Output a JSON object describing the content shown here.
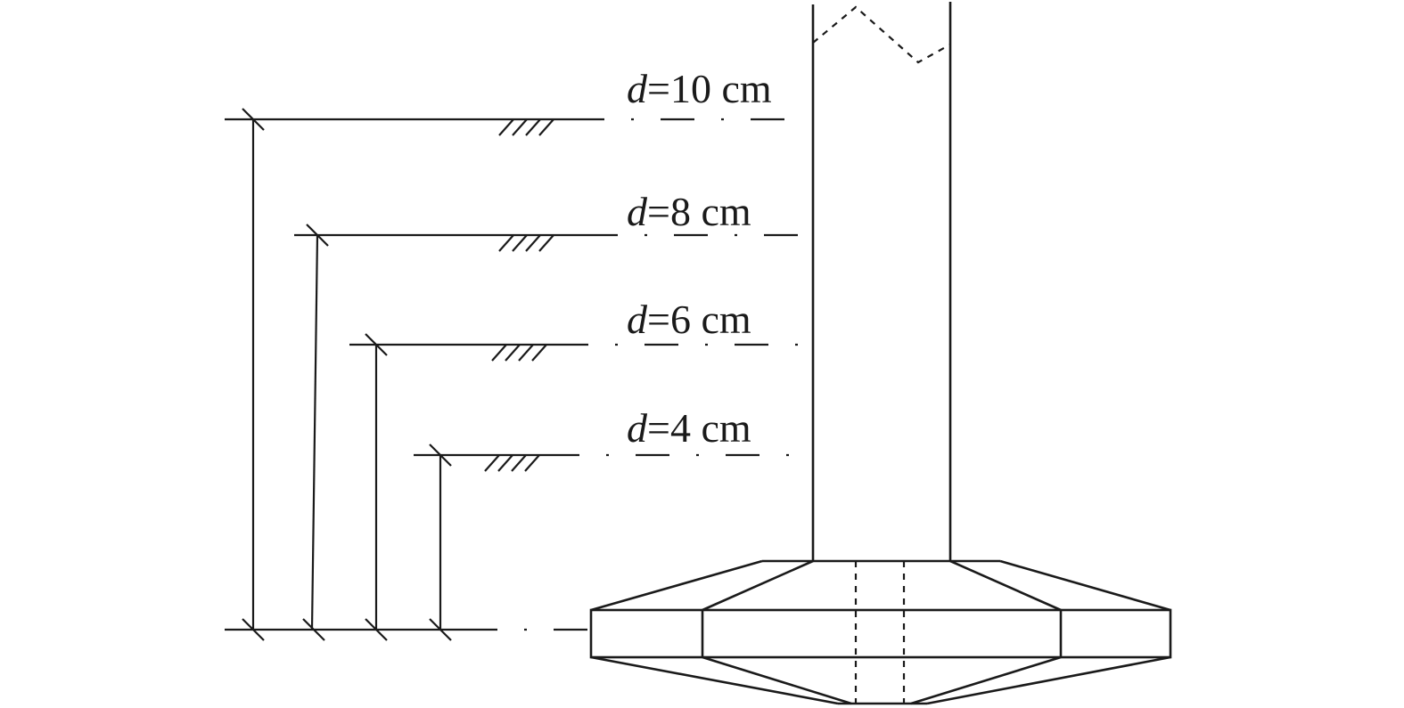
{
  "levels": [
    {
      "var": "d",
      "eq": "=",
      "value": "10",
      "unit": "cm"
    },
    {
      "var": "d",
      "eq": "=",
      "value": "8",
      "unit": "cm"
    },
    {
      "var": "d",
      "eq": "=",
      "value": "6",
      "unit": "cm"
    },
    {
      "var": "d",
      "eq": "=",
      "value": "4",
      "unit": "cm"
    }
  ]
}
